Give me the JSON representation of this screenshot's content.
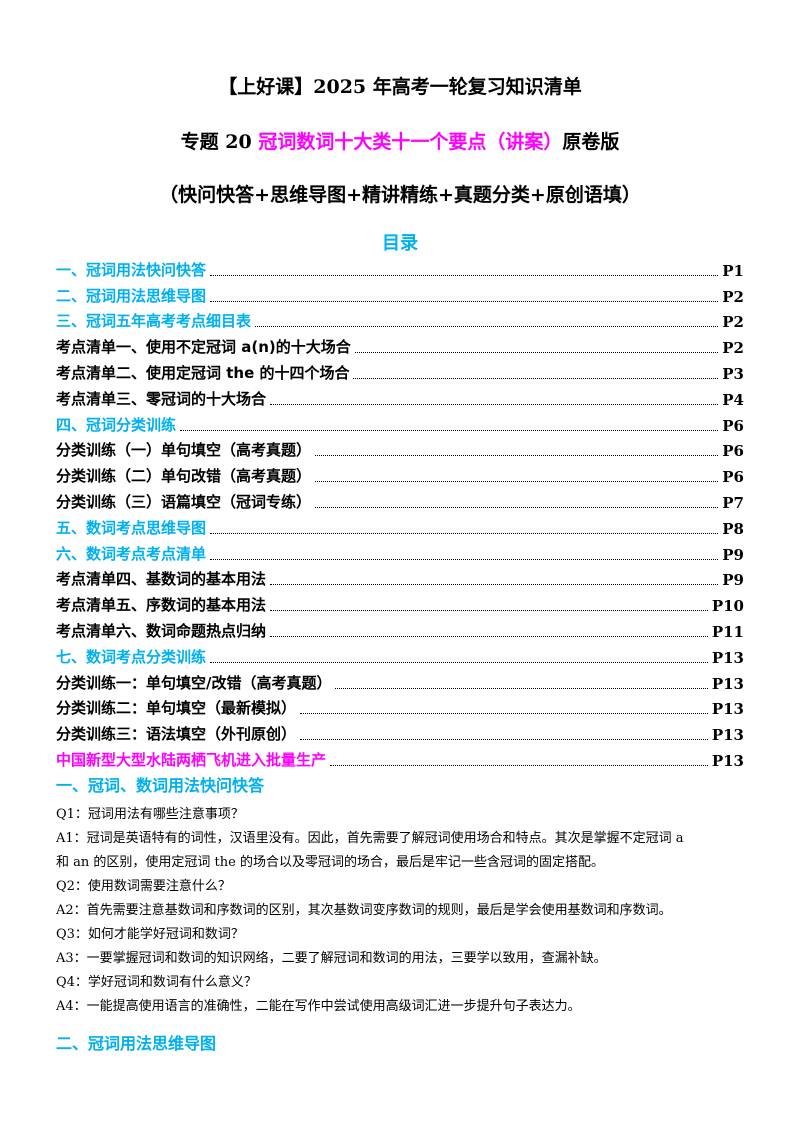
{
  "header": {
    "title1": "【上好课】2025 年高考一轮复习知识清单",
    "title2_prefix": "专题 20 ",
    "title2_highlight": "冠词数词十大类十一个要点（讲案）",
    "title2_suffix": "原卷版",
    "title3": "（快问快答+思维导图+精讲精练+真题分类+原创语填）"
  },
  "toc": {
    "heading": "目录",
    "items": [
      {
        "label": "一、冠词用法快问快答",
        "page": "P1",
        "style": "blue"
      },
      {
        "label": "二、冠词用法思维导图",
        "page": "P2",
        "style": "blue"
      },
      {
        "label": "三、冠词五年高考考点细目表",
        "page": "P2",
        "style": "blue"
      },
      {
        "label": "考点清单一、使用不定冠词 a(n)的十大场合",
        "page": "P2",
        "style": "black"
      },
      {
        "label": "考点清单二、使用定冠词 the 的十四个场合",
        "page": "P3",
        "style": "black"
      },
      {
        "label": "考点清单三、零冠词的十大场合",
        "page": "P4",
        "style": "black"
      },
      {
        "label": "四、冠词分类训练",
        "page": "P6",
        "style": "blue"
      },
      {
        "label": "分类训练（一）单句填空（高考真题）",
        "page": "P6",
        "style": "black"
      },
      {
        "label": "分类训练（二）单句改错（高考真题）",
        "page": "P6",
        "style": "black"
      },
      {
        "label": "分类训练（三）语篇填空（冠词专练）",
        "page": "P7",
        "style": "black"
      },
      {
        "label": "五、数词考点思维导图",
        "page": "P8",
        "style": "blue"
      },
      {
        "label": "六、数词考点考点清单",
        "page": "P9",
        "style": "blue"
      },
      {
        "label": "考点清单四、基数词的基本用法",
        "page": "P9",
        "style": "black"
      },
      {
        "label": "考点清单五、序数词的基本用法",
        "page": "P10",
        "style": "black"
      },
      {
        "label": "考点清单六、数词命题热点归纳",
        "page": "P11",
        "style": "black"
      },
      {
        "label": "七、数词考点分类训练",
        "page": "P13",
        "style": "blue"
      },
      {
        "label": "分类训练一：单句填空/改错（高考真题）",
        "page": "P13",
        "style": "black"
      },
      {
        "label": "分类训练二：单句填空（最新模拟）",
        "page": "P13",
        "style": "black"
      },
      {
        "label": "分类训练三：语法填空（外刊原创）",
        "page": "P13",
        "style": "black"
      },
      {
        "label": "中国新型大型水陆两栖飞机进入批量生产",
        "page": "P13",
        "style": "pink"
      }
    ]
  },
  "section1": {
    "heading": "一、冠词、数词用法快问快答",
    "qa": [
      "Q1：冠词用法有哪些注意事项？",
      "A1：冠词是英语特有的词性，汉语里没有。因此，首先需要了解冠词使用场合和特点。其次是掌握不定冠词 a",
      "和 an 的区别，使用定冠词 the 的场合以及零冠词的场合，最后是牢记一些含冠词的固定搭配。",
      "Q2：使用数词需要注意什么？",
      "A2：首先需要注意基数词和序数词的区别，其次基数词变序数词的规则，最后是学会使用基数词和序数词。",
      "Q3：如何才能学好冠词和数词？",
      "A3：一要掌握冠词和数词的知识网络，二要了解冠词和数词的用法，三要学以致用，查漏补缺。",
      "Q4：学好冠词和数词有什么意义？",
      "A4：一能提高使用语言的准确性，二能在写作中尝试使用高级词汇进一步提升句子表达力。"
    ]
  },
  "section2": {
    "heading": "二、冠词用法思维导图"
  },
  "colors": {
    "accent_blue": "#00b0f0",
    "accent_pink": "#ff00ff"
  }
}
